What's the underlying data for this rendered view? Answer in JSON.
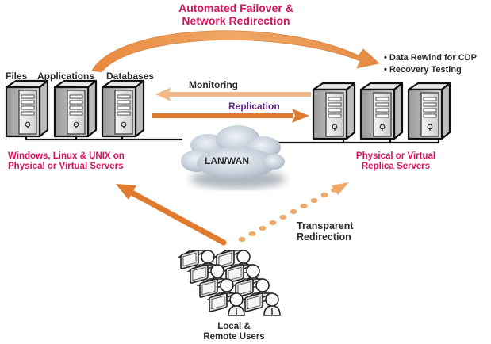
{
  "title": {
    "line1": "Automated Failover &",
    "line2": "Network  Redirection"
  },
  "primary_site": {
    "server_labels": [
      "Files",
      "Applications",
      "Databases"
    ],
    "caption_line1": "Windows, Linux & UNIX on",
    "caption_line2": "Physical or Virtual Servers"
  },
  "replica_site": {
    "caption_line1": "Physical or Virtual",
    "caption_line2": "Replica Servers",
    "features": [
      "• Data Rewind for CDP",
      "• Recovery Testing"
    ]
  },
  "flows": {
    "monitoring": "Monitoring",
    "replication": "Replication",
    "transparent_line1": "Transparent",
    "transparent_line2": "Redirection"
  },
  "network": {
    "label": "LAN/WAN"
  },
  "users": {
    "line1": "Local &",
    "line2": "Remote Users"
  },
  "colors": {
    "accent_orange": "#e07a2e",
    "light_orange": "#f2b98a",
    "caption_pink": "#d4145a",
    "replication_purple": "#5b2a86",
    "cloud": "#c9d3de"
  }
}
